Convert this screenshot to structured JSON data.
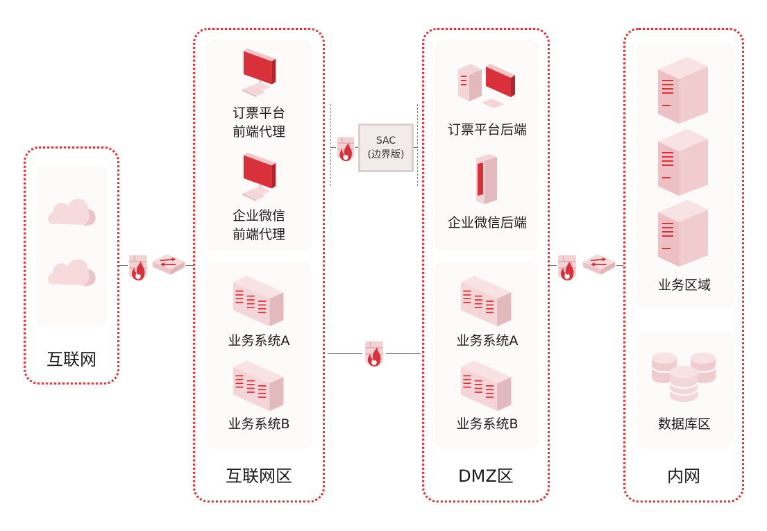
{
  "zones": {
    "internet": {
      "title": "互联网"
    },
    "internet_zone": {
      "title": "互联网区",
      "ticket_frontend": "订票平台\n前端代理",
      "wechat_frontend": "企业微信\n前端代理",
      "system_a": "业务系统A",
      "system_b": "业务系统B"
    },
    "dmz": {
      "title": "DMZ区",
      "ticket_backend": "订票平台后端",
      "wechat_backend": "企业微信后端",
      "system_a": "业务系统A",
      "system_b": "业务系统B"
    },
    "intranet": {
      "title": "内网",
      "business_area": "业务区域",
      "database_area": "数据库区"
    }
  },
  "sac": {
    "name": "SAC",
    "edition": "(边界版)"
  },
  "colors": {
    "accent": "#d9303a",
    "icon_fill": "#f4d6d8",
    "icon_dark": "#e2b9bc"
  },
  "icons": [
    "cloud-icon",
    "firewall-icon",
    "switch-icon",
    "monitor-icon",
    "desktop-icon",
    "phone-icon",
    "server-rack-icon",
    "tower-server-icon",
    "database-icon"
  ]
}
